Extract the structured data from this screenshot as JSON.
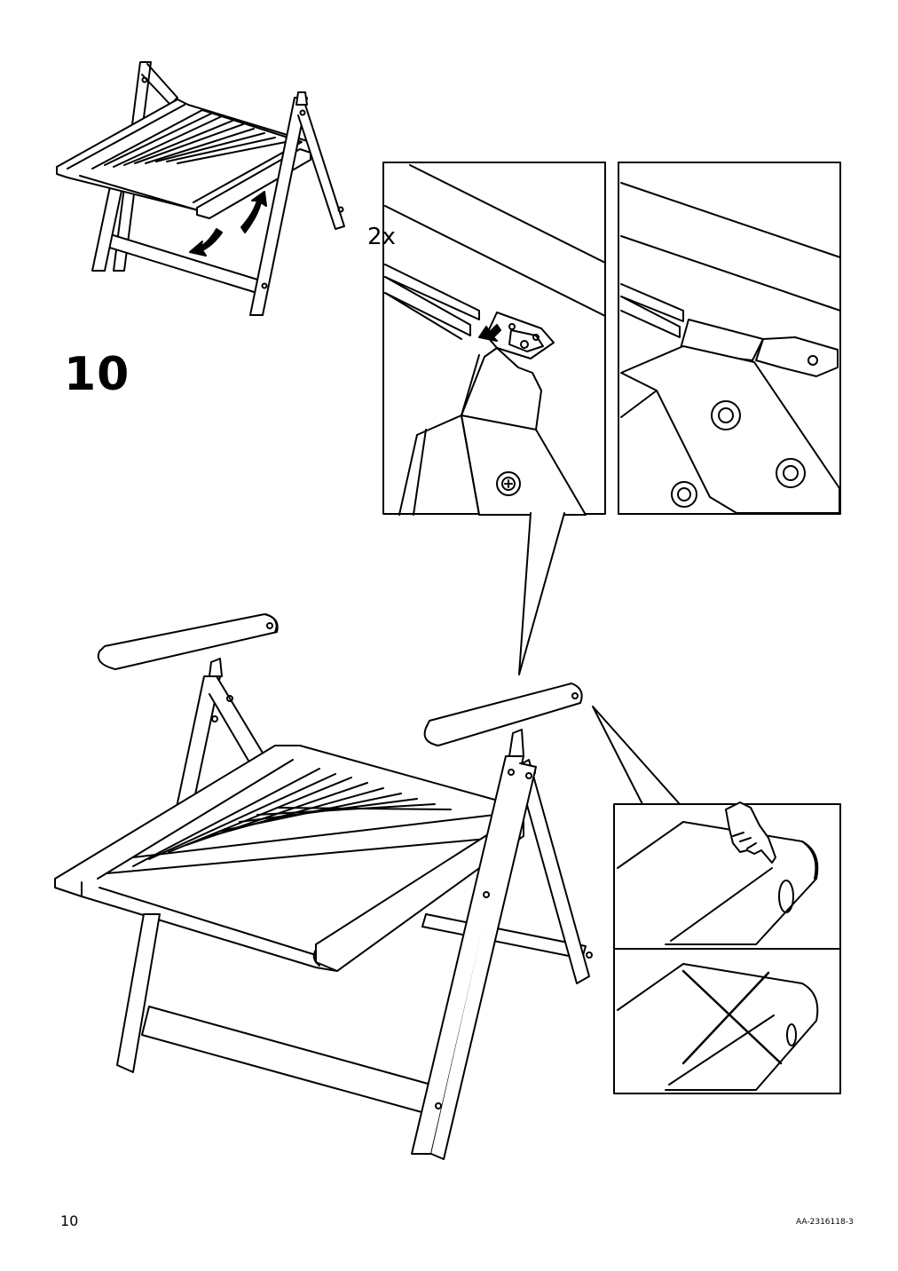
{
  "step_number": "10",
  "quantity_label": "2x",
  "page_number": "10",
  "article_number": "AA-2316118-3",
  "colors": {
    "line": "#000000",
    "fill": "#ffffff"
  },
  "icons": [
    "rotate-arrow-icon",
    "push-arrow-icon",
    "finger-touch-icon",
    "x-cross-icon"
  ]
}
